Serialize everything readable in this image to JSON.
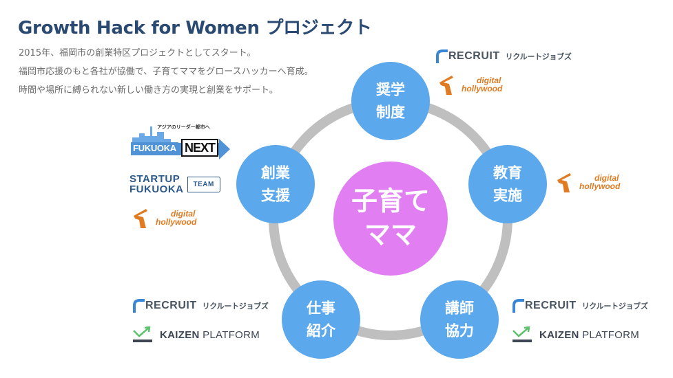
{
  "header": {
    "title": "Growth Hack for Women プロジェクト",
    "description": [
      "2015年、福岡市の創業特区プロジェクトとしてスタート。",
      "福岡市応援のもと各社が協働で、子育てママをグロースハッカーへ育成。",
      "時間や場所に縛られない新しい働き方の実現と創業をサポート。"
    ]
  },
  "diagram": {
    "center": {
      "line1": "子育て",
      "line2": "ママ"
    },
    "nodes": [
      {
        "id": "scholarship",
        "line1": "奨学",
        "line2": "制度"
      },
      {
        "id": "education",
        "line1": "教育",
        "line2": "実施"
      },
      {
        "id": "lecturer",
        "line1": "講師",
        "line2": "協力"
      },
      {
        "id": "job",
        "line1": "仕事",
        "line2": "紹介"
      },
      {
        "id": "startup",
        "line1": "創業",
        "line2": "支援"
      }
    ],
    "colors": {
      "node": "#5ba8ec",
      "center": "#e07ef2",
      "ring": "#bfbfbf",
      "title": "#2b4a72"
    }
  },
  "partners": {
    "recruit": {
      "name": "RECRUIT",
      "jp": "リクルートジョブズ"
    },
    "digital_hollywood": {
      "line1": "digital",
      "line2": "hollywood"
    },
    "kaizen": {
      "bold": "KAIZEN",
      "rest": " PLATFORM"
    },
    "fukuoka_next": {
      "tagline": "アジアのリーダー都市へ",
      "word": "FUKUOKA",
      "next": "NEXT"
    },
    "startup_fukuoka": {
      "line1": "STARTUP",
      "line2": "FUKUOKA",
      "team": "TEAM"
    }
  }
}
